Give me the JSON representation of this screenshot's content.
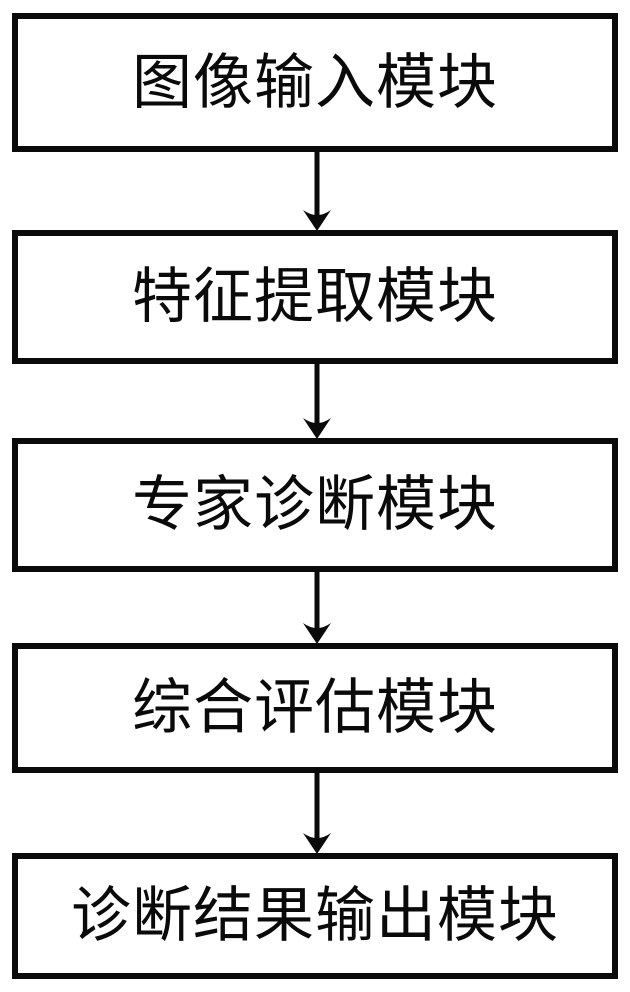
{
  "figure": {
    "type": "flowchart",
    "direction": "top-to-bottom",
    "background_color": "#ffffff",
    "line_color": "#0a0a0a",
    "text_color": "#0a0a0a",
    "boxes": [
      {
        "id": 1,
        "label": "图像输入模块"
      },
      {
        "id": 2,
        "label": "特征提取模块"
      },
      {
        "id": 3,
        "label": "专家诊断模块"
      },
      {
        "id": 4,
        "label": "综合评估模块"
      },
      {
        "id": 5,
        "label": "诊断结果输出模块"
      }
    ],
    "connections": [
      {
        "from": 1,
        "to": 2,
        "style": "arrow-down"
      },
      {
        "from": 2,
        "to": 3,
        "style": "arrow-down"
      },
      {
        "from": 3,
        "to": 4,
        "style": "arrow-down"
      },
      {
        "from": 4,
        "to": 5,
        "style": "arrow-down"
      }
    ]
  }
}
